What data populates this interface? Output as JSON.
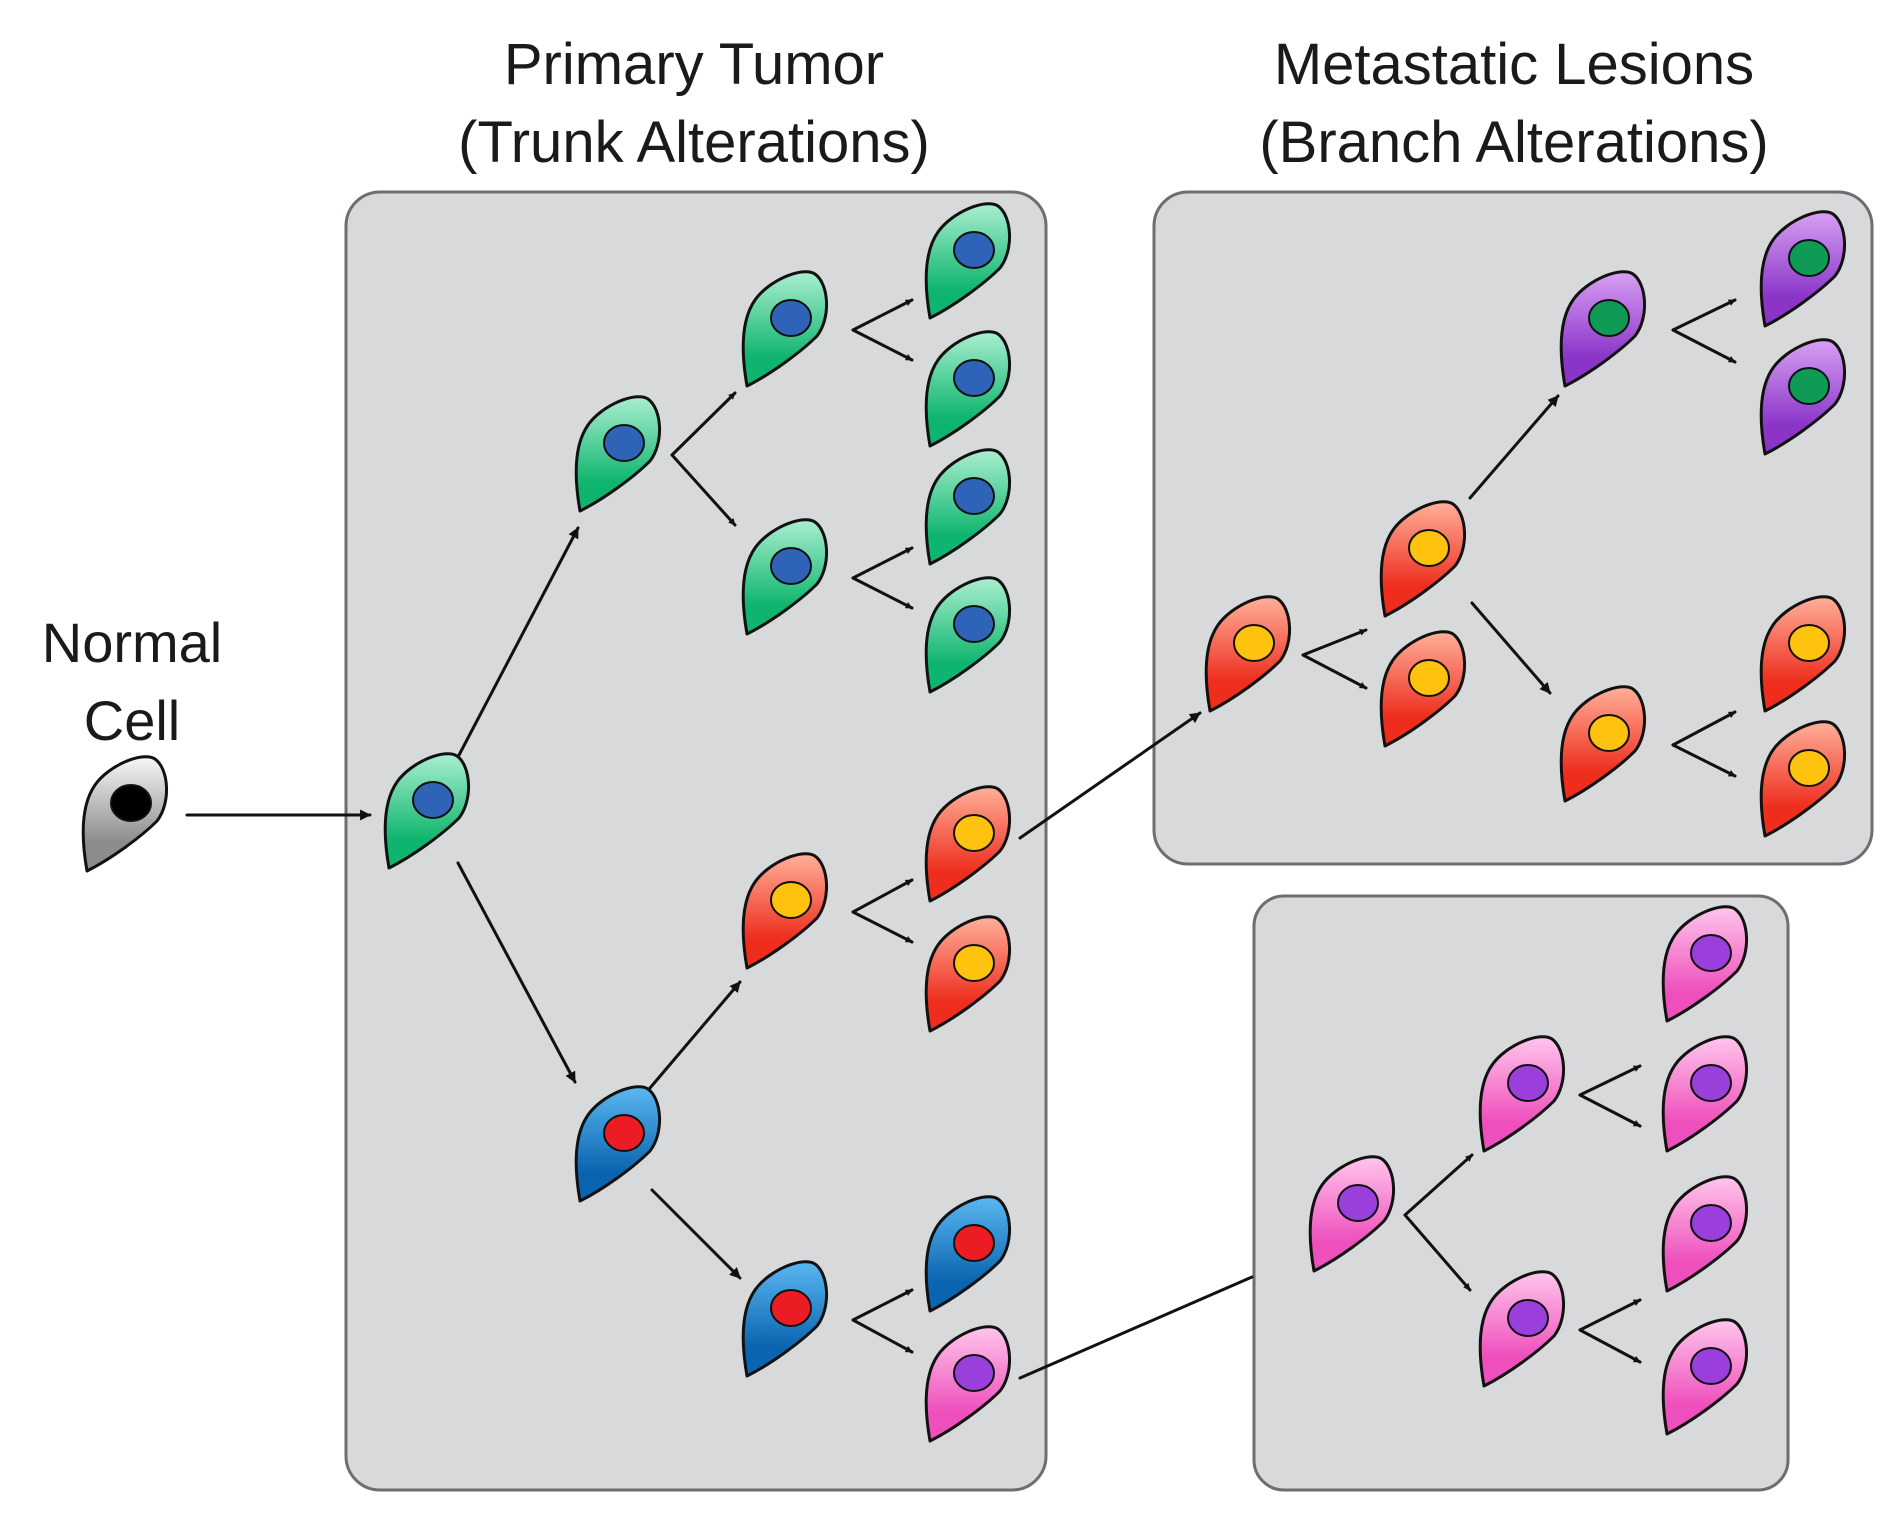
{
  "labels": {
    "primary_title": "Primary Tumor",
    "primary_subtitle": "(Trunk Alterations)",
    "metastatic_title": "Metastatic Lesions",
    "metastatic_subtitle": "(Branch Alterations)",
    "normal_line1": "Normal",
    "normal_line2": "Cell"
  },
  "colors": {
    "panel_fill": "#d8d9db",
    "panel_stroke": "#6d6e71",
    "normal": [
      "#f7f7f7",
      "#8c8c8c",
      "#000000"
    ],
    "green": [
      "#a9efd0",
      "#0fb56e",
      "#2f63b8"
    ],
    "blue": [
      "#5ab8f0",
      "#0a64b0",
      "#ec1c24"
    ],
    "red": [
      "#ffb09a",
      "#ee2d1d",
      "#ffc20e"
    ],
    "pink": [
      "#ffc6ec",
      "#ee4fbc",
      "#9b3fdc"
    ],
    "purple": [
      "#d8a0f4",
      "#8a35c8",
      "#0f9a55"
    ]
  }
}
